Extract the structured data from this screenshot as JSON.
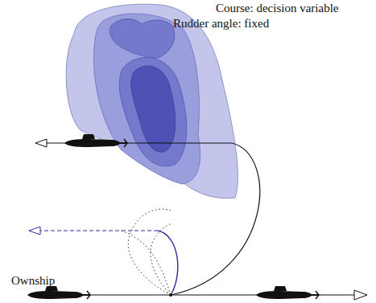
{
  "diagram": {
    "labels": [
      "Course: decision variable",
      "Rudder angle: fixed",
      "Ownship"
    ]
  }
}
